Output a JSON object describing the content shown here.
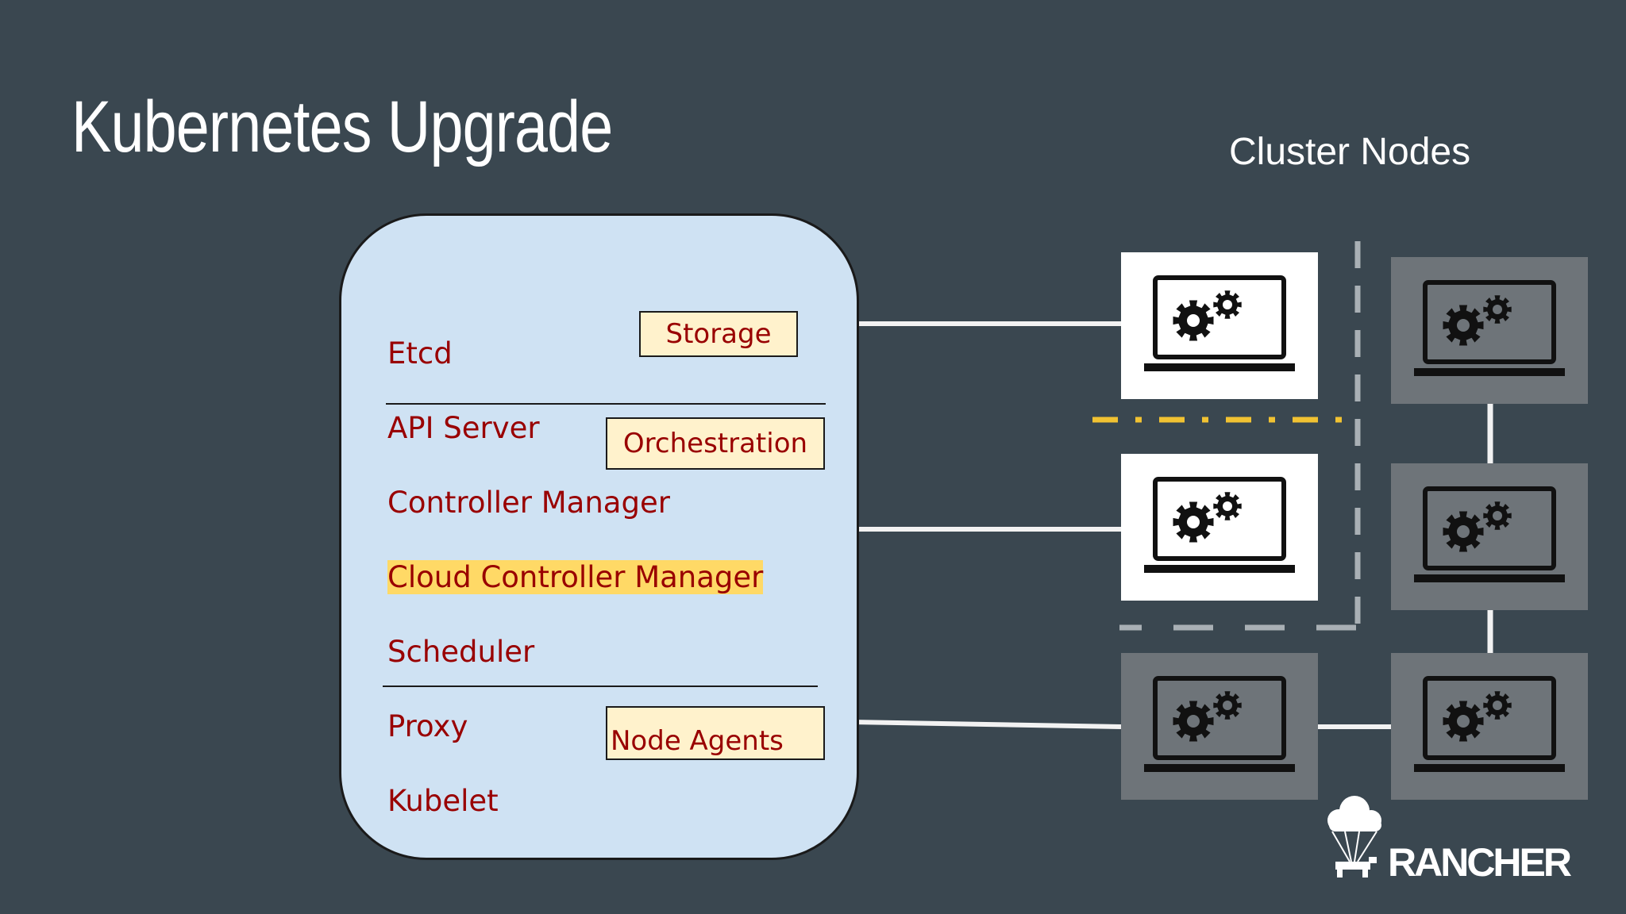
{
  "slide": {
    "title": "Kubernetes Upgrade",
    "nodes_label": "Cluster Nodes"
  },
  "control_plane": {
    "etcd": "Etcd",
    "api_server": "API Server",
    "controller_manager": "Controller Manager",
    "cloud_controller_manager": "Cloud Controller Manager",
    "scheduler": "Scheduler",
    "proxy": "Proxy",
    "kubelet": "Kubelet"
  },
  "tags": {
    "storage": "Storage",
    "orchestration": "Orchestration",
    "node_agents": "Node Agents"
  },
  "nodes": [
    {
      "state": "active",
      "icon": "laptop-gears-icon"
    },
    {
      "state": "idle",
      "icon": "laptop-gears-icon"
    },
    {
      "state": "active",
      "icon": "laptop-gears-icon"
    },
    {
      "state": "idle",
      "icon": "laptop-gears-icon"
    },
    {
      "state": "idle",
      "icon": "laptop-gears-icon"
    },
    {
      "state": "idle",
      "icon": "laptop-gears-icon"
    }
  ],
  "colors": {
    "background": "#3a4750",
    "panel": "#cfe2f3",
    "component_text": "#990000",
    "highlight": "#ffd966",
    "tag_fill": "#fff2cc",
    "node_active": "#ffffff",
    "node_idle": "#6e7479",
    "dash_yellow": "#f1c232"
  },
  "brand": {
    "logo_text": "RANCHER"
  }
}
